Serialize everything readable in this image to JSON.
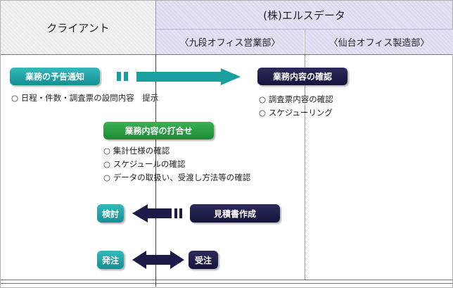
{
  "header": {
    "client": "クライアント",
    "company": "(株)エルスデータ",
    "divisions": [
      "〈九段オフィス営業部〉",
      "〈仙台オフィス製造部〉"
    ]
  },
  "steps": {
    "advance_notice": "業務の予告通知",
    "content_confirm": "業務内容の確認",
    "meeting": "業務内容の打合せ",
    "estimate": "見積書作成",
    "review": "検討",
    "order": "発注",
    "receive_order": "受注"
  },
  "notes": {
    "advance_notice": [
      "○ 日程・件数・調査票の設問内容　提示"
    ],
    "content_confirm": [
      "○ 調査票内容の確認",
      "○ スケジューリング"
    ],
    "meeting": [
      "○ 集計仕様の確認",
      "○ スケジュールの確認",
      "○ データの取扱い、受渡し方法等の確認"
    ]
  },
  "colors": {
    "teal": "#1a9fa1",
    "green": "#2a9e44",
    "navy": "#1c1b47",
    "header_client": "#f1f1f1",
    "header_company": "#e3e1f3"
  }
}
